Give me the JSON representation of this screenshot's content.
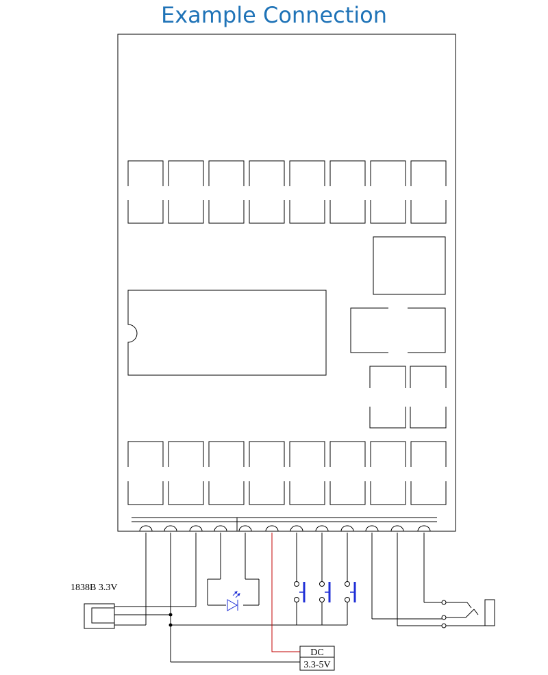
{
  "title": "Example Connection",
  "labels": {
    "ir_receiver": "1838B 3.3V",
    "power_line1": "DC",
    "power_line2": "3.3-5V"
  },
  "colors": {
    "title": "#1f73b7",
    "line": "#000000",
    "button": "#1f2fd6",
    "led": "#1f2fd6",
    "power_wire": "#c00000"
  },
  "components": [
    "module-board",
    "relay-top-row",
    "relay-bottom-row",
    "ic-chip",
    "screw-terminals",
    "ir-receiver",
    "led",
    "push-buttons",
    "power-supply",
    "audio-jack"
  ]
}
